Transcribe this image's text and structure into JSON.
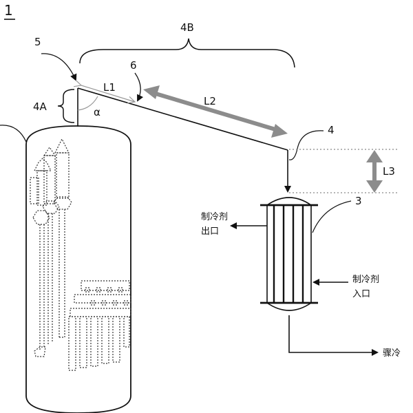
{
  "figure": {
    "number": "1"
  },
  "labels": {
    "l5": "5",
    "l6": "6",
    "l4b": "4B",
    "l4a": "4A",
    "l1": "L1",
    "l2": "L2",
    "l3": "L3",
    "l4": "4",
    "l3n": "3",
    "alpha": "α"
  },
  "text": {
    "coolant_out_1": "制冷剂",
    "coolant_out_2": "出口",
    "coolant_in_1": "制冷剂",
    "coolant_in_2": "入口",
    "quench": "骤冷"
  },
  "colors": {
    "line": "#111111",
    "thick_arrow": "#8c8c8c",
    "thin_arrow": "#9a9a9a",
    "dotted": "#888888"
  }
}
